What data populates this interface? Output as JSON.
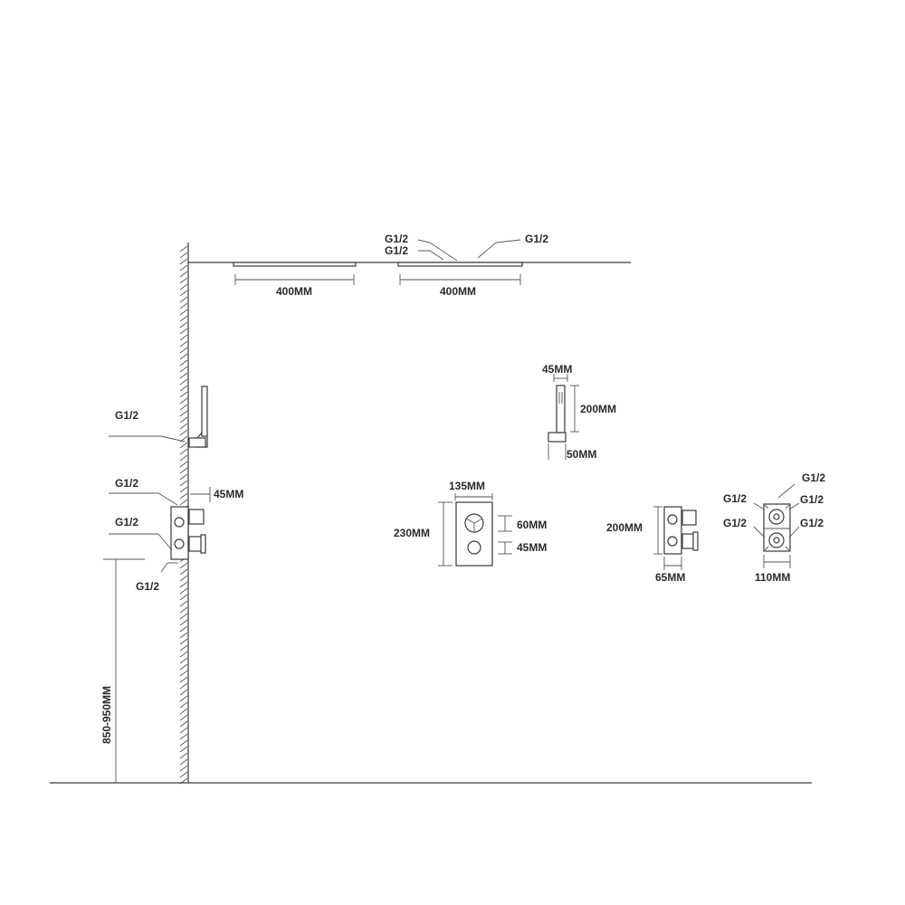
{
  "labels": {
    "g12": "G1/2",
    "width_400": "400MM",
    "d45": "45MM",
    "d200": "200MM",
    "d50": "50MM",
    "d135": "135MM",
    "d230": "230MM",
    "d60": "60MM",
    "d65": "65MM",
    "d110": "110MM",
    "height_range": "850-950MM"
  }
}
